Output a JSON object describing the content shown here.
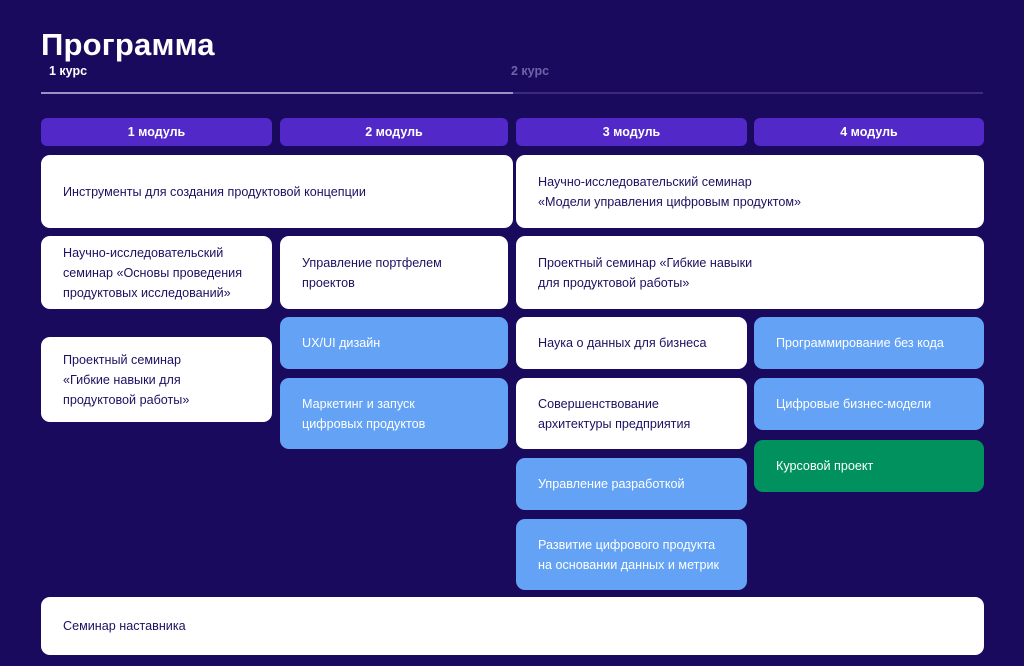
{
  "page": {
    "title": "Программа",
    "background_color": "#190a5e"
  },
  "year_tabs": {
    "items": [
      {
        "label": "1 курс",
        "active": true
      },
      {
        "label": "2 курс",
        "active": false
      }
    ]
  },
  "module_headers": [
    {
      "label": "1 модуль"
    },
    {
      "label": "2 модуль"
    },
    {
      "label": "3 модуль"
    },
    {
      "label": "4 модуль"
    }
  ],
  "colors": {
    "module_button": "#5228c8",
    "card_white_bg": "#ffffff",
    "card_white_text": "#1d1060",
    "card_blue": "#63a2f5",
    "card_green": "#00915f",
    "tab_active": "#ffffff",
    "tab_inactive": "#6f63a8"
  },
  "courses": {
    "tools_concept": "Инструменты для создания продуктовой концепции",
    "research_seminar_basics": "Научно-исследовательский\nсеминар «Основы проведения\nпродуктовых исследований»",
    "project_seminar_soft_1": "Проектный семинар\n«Гибкие навыки для\nпродуктовой работы»",
    "portfolio_management": "Управление портфелем\nпроектов",
    "ux_ui_design": "UX/UI дизайн",
    "marketing_launch": "Маркетинг и запуск\nцифровых продуктов",
    "research_seminar_models": "Научно-исследовательский семинар\n«Модели управления цифровым продуктом»",
    "project_seminar_soft_2": "Проектный семинар «Гибкие навыки\nдля продуктовой работы»",
    "data_science_business": "Наука о данных для бизнеса",
    "enterprise_architecture": "Совершенствование\nархитектуры предприятия",
    "development_management": "Управление разработкой",
    "digital_product_growth": "Развитие цифрового продукта\nна основании данных и метрик",
    "no_code_programming": "Программирование без кода",
    "digital_business_models": "Цифровые бизнес-модели",
    "coursework_project": "Курсовой проект",
    "mentor_seminar": "Семинар наставника"
  }
}
